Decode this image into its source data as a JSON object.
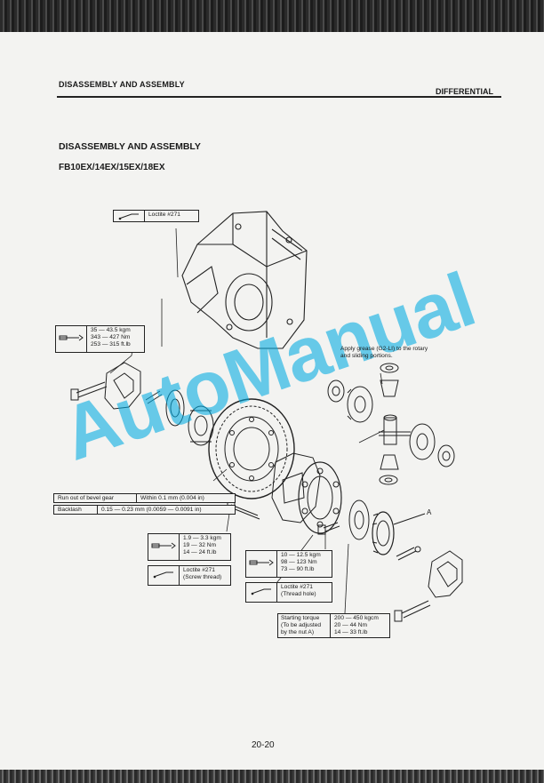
{
  "header": {
    "left": "DISASSEMBLY AND ASSEMBLY",
    "right": "DIFFERENTIAL"
  },
  "section_title": "DISASSEMBLY AND ASSEMBLY",
  "models": "FB10EX/14EX/15EX/18EX",
  "annotations": {
    "loctite_top": "Loctite #271",
    "torque_cap": [
      "35 — 43.5 kgm",
      "343 — 427 Nm",
      "253 — 315 ft.lb"
    ],
    "grease_note": [
      "Apply grease (G2-LI) to the rotary",
      "and sliding portions."
    ],
    "runout_label": "Run out of bevel gear",
    "runout_value": "Within 0.1 mm (0.004 in)",
    "backlash_label": "Backlash",
    "backlash_value": "0.15 — 0.23 mm (0.0059 — 0.0091 in)",
    "torque_bolt": [
      "1.9 — 3.3 kgm",
      "19 — 32 Nm",
      "14 — 24 ft.lb"
    ],
    "loctite_screw": [
      "Loctite #271",
      "(Screw thread)"
    ],
    "torque_case": [
      "10 — 12.5 kgm",
      "98 — 123 Nm",
      "73 — 90 ft.lb"
    ],
    "loctite_hole": [
      "Loctite #271",
      "(Thread hole)"
    ],
    "starting_torque_label": [
      "Starting torque",
      "(To be adjusted",
      "by the nut A)"
    ],
    "starting_torque_value": [
      "200 — 450 kgcm",
      "20 — 44 Nm",
      "14 — 33 ft.lb"
    ],
    "callout_a": "A"
  },
  "watermark": "AutoManual",
  "page_number": "20-20"
}
